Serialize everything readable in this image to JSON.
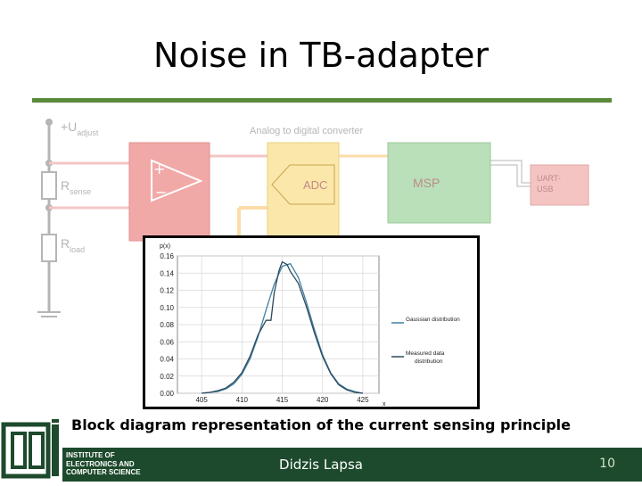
{
  "slide": {
    "title": "Noise in TB-adapter",
    "caption": "Block diagram representation of the current sensing principle",
    "author": "Didzis Lapsa",
    "page_number": "10",
    "institute_lines": [
      "INSTITUTE OF",
      "ELECTRONICS AND",
      "COMPUTER SCIENCE"
    ]
  },
  "diagram": {
    "u_adjust_label": "+U",
    "u_adjust_sub": "adjust",
    "r_sense_label": "R",
    "r_sense_sub": "sense",
    "r_load_label": "R",
    "r_load_sub": "load",
    "adc_caption": "Analog to digital converter",
    "adc_label": "ADC",
    "msp_label": "MSP",
    "uart_label_1": "UART-",
    "uart_label_2": "USB",
    "amp_plus": "+",
    "amp_minus": "−",
    "colors": {
      "amp_box": "#f1a9a8",
      "adc_box": "#fbe7a9",
      "msp_box": "#b9e0b9",
      "uart_box": "#f3c4c2",
      "wire_red": "#f4c6c6",
      "wire_yellow": "#fcdca8",
      "dim": "#b5b5b5"
    }
  },
  "chart_data": {
    "type": "line",
    "title": "",
    "xlabel": "x",
    "ylabel": "p(x)",
    "xlim": [
      402,
      427
    ],
    "ylim": [
      0,
      0.16
    ],
    "x_ticks": [
      "405",
      "410",
      "415",
      "420",
      "425"
    ],
    "y_ticks": [
      "0.16",
      "0.14",
      "0.12",
      "0.10",
      "0.08",
      "0.06",
      "0.04",
      "0.02",
      "0.00"
    ],
    "grid": true,
    "legend_position": "right",
    "series": [
      {
        "name": "Gaussian distribution",
        "color": "#3f7fa6",
        "x": [
          405,
          406,
          407,
          408,
          409,
          410,
          411,
          412,
          413,
          414,
          415,
          416,
          417,
          418,
          419,
          420,
          421,
          422,
          423,
          424,
          425
        ],
        "y": [
          0.0,
          0.001,
          0.002,
          0.005,
          0.011,
          0.022,
          0.04,
          0.066,
          0.097,
          0.127,
          0.148,
          0.151,
          0.135,
          0.106,
          0.074,
          0.045,
          0.024,
          0.011,
          0.005,
          0.002,
          0.0
        ]
      },
      {
        "name": "Measured data distribution",
        "color": "#2c4a5a",
        "x": [
          405,
          406,
          407,
          408,
          409,
          410,
          411,
          412,
          413,
          413.6,
          414,
          414.6,
          415,
          415.6,
          416,
          417,
          418,
          419,
          420,
          421,
          422,
          423,
          424,
          425
        ],
        "y": [
          0.0,
          0.001,
          0.003,
          0.006,
          0.013,
          0.024,
          0.043,
          0.068,
          0.085,
          0.085,
          0.117,
          0.143,
          0.153,
          0.15,
          0.142,
          0.128,
          0.101,
          0.07,
          0.043,
          0.023,
          0.01,
          0.004,
          0.001,
          0.0
        ]
      }
    ]
  }
}
